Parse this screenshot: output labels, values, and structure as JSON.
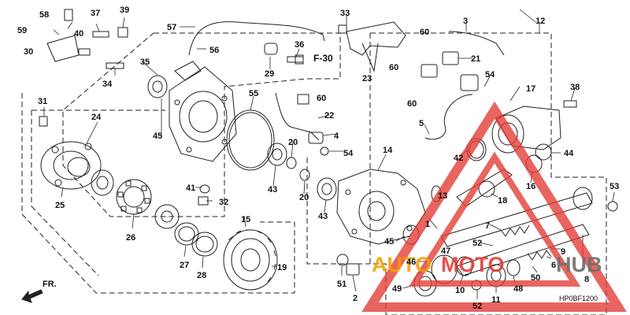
{
  "diagram": {
    "reference_label": "F-30",
    "direction_label": "FR.",
    "code": "HP0BF1200",
    "watermark": {
      "part1": "AUTO",
      "part2": "MOTO",
      "part3": "HUB"
    },
    "colors": {
      "line": "#222222",
      "watermark_red": "#e23a34",
      "watermark_orange": "#f2a000",
      "watermark_grey": "#6e6e6e"
    },
    "callouts": [
      {
        "id": "58",
        "text": "58"
      },
      {
        "id": "37",
        "text": "37"
      },
      {
        "id": "39",
        "text": "39"
      },
      {
        "id": "59",
        "text": "59"
      },
      {
        "id": "40",
        "text": "40"
      },
      {
        "id": "30",
        "text": "30"
      },
      {
        "id": "57",
        "text": "57"
      },
      {
        "id": "56",
        "text": "56"
      },
      {
        "id": "36",
        "text": "36"
      },
      {
        "id": "35",
        "text": "35"
      },
      {
        "id": "34",
        "text": "34"
      },
      {
        "id": "29",
        "text": "29"
      },
      {
        "id": "33",
        "text": "33"
      },
      {
        "id": "3",
        "text": "3"
      },
      {
        "id": "12",
        "text": "12"
      },
      {
        "id": "60a",
        "text": "60"
      },
      {
        "id": "21",
        "text": "21"
      },
      {
        "id": "60b",
        "text": "60"
      },
      {
        "id": "23",
        "text": "23"
      },
      {
        "id": "60c",
        "text": "60"
      },
      {
        "id": "54a",
        "text": "54"
      },
      {
        "id": "17",
        "text": "17"
      },
      {
        "id": "38",
        "text": "38"
      },
      {
        "id": "60d",
        "text": "60"
      },
      {
        "id": "31",
        "text": "31"
      },
      {
        "id": "24",
        "text": "24"
      },
      {
        "id": "55",
        "text": "55"
      },
      {
        "id": "22",
        "text": "22"
      },
      {
        "id": "45a",
        "text": "45"
      },
      {
        "id": "5",
        "text": "5"
      },
      {
        "id": "4",
        "text": "4"
      },
      {
        "id": "42",
        "text": "42"
      },
      {
        "id": "20a",
        "text": "20"
      },
      {
        "id": "54b",
        "text": "54"
      },
      {
        "id": "14",
        "text": "14"
      },
      {
        "id": "44",
        "text": "44"
      },
      {
        "id": "25",
        "text": "25"
      },
      {
        "id": "41",
        "text": "41"
      },
      {
        "id": "43a",
        "text": "43"
      },
      {
        "id": "20b",
        "text": "20"
      },
      {
        "id": "32",
        "text": "32"
      },
      {
        "id": "43b",
        "text": "43"
      },
      {
        "id": "13",
        "text": "13"
      },
      {
        "id": "16",
        "text": "16"
      },
      {
        "id": "18",
        "text": "18"
      },
      {
        "id": "53",
        "text": "53"
      },
      {
        "id": "15",
        "text": "15"
      },
      {
        "id": "26",
        "text": "26"
      },
      {
        "id": "7",
        "text": "7"
      },
      {
        "id": "1",
        "text": "1"
      },
      {
        "id": "45b",
        "text": "45"
      },
      {
        "id": "52a",
        "text": "52"
      },
      {
        "id": "9",
        "text": "9"
      },
      {
        "id": "27",
        "text": "27"
      },
      {
        "id": "28",
        "text": "28"
      },
      {
        "id": "19",
        "text": "19"
      },
      {
        "id": "46",
        "text": "46"
      },
      {
        "id": "47",
        "text": "47"
      },
      {
        "id": "51",
        "text": "51"
      },
      {
        "id": "6",
        "text": "6"
      },
      {
        "id": "50",
        "text": "50"
      },
      {
        "id": "8",
        "text": "8"
      },
      {
        "id": "49",
        "text": "49"
      },
      {
        "id": "10",
        "text": "10"
      },
      {
        "id": "48",
        "text": "48"
      },
      {
        "id": "2",
        "text": "2"
      },
      {
        "id": "52b",
        "text": "52"
      },
      {
        "id": "11",
        "text": "11"
      }
    ]
  }
}
